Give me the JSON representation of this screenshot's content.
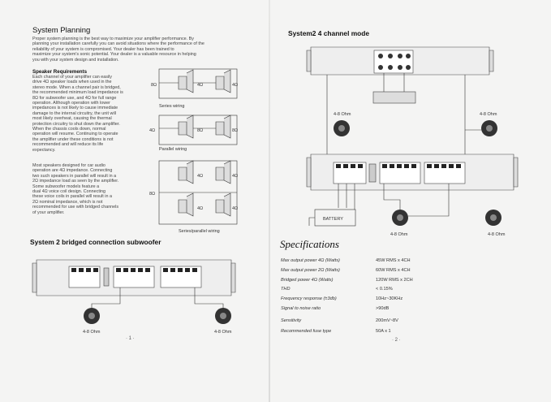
{
  "left": {
    "title": "System Planning",
    "intro": "Proper system planning is the best way to maximize your amplifier performance. By\nplanning your installation carefully you can avoid situations where the performance of the\nreliability of your system is compromised. Your dealer has been trained to\nmaximize your system's sonic potential. Your dealer is a valuable resource in helping\nyou with your system design and installation.",
    "speaker_heading": "Speaker Requirements",
    "speaker_text": "Each channel of your amplifier can easily\ndrive 4Ω speaker loads when used in the\nstereo mode. When a channel pair is bridged,\nthe recommended minimum load impedance is\n8Ω for subwoofer use, and 4Ω for full range\noperation. Although operation with lower\nimpedances is not likely to cause immediate\ndamage to the internal circuitry, the unit will\nmost likely overheat, causing the thermal\nprotection circuitry to shut down the amplifier.\nWhen the chassis cools down, normal\noperation will resume. Continuing to operate\nthe amplifier under these conditions is not\nrecommended and will reduce its life\nexpectancy.",
    "speaker_text2": "Most speakers designed for car audio\noperation are 4Ω impedance. Connecting\ntwo such speakers in parallel will result in a\n2Ω impedance load as seen by the amplifier.\nSome subwoofer models feature a\ndual 4Ω voice coil design. Connecting\nthese voice coils in parallel will result in a\n2Ω nominal impedance, which is not\nrecommended for use with bridged channels\nof your amplifier.",
    "wiring": {
      "series_label": "Series wiring",
      "parallel_label": "Parallel wiring",
      "series_parallel_label": "Series/parallel wiring",
      "ohm8": "8Ω",
      "ohm4": "4Ω"
    },
    "bridged_title": "System 2 bridged connection subwoofer",
    "ohm_range": "4-8 Ohm",
    "page_number": "· 1 ·"
  },
  "right": {
    "title": "System2 4 channel mode",
    "ohm_range": "4-8 Ohm",
    "battery_label": "BATTERY",
    "spec_title": "Specifications",
    "specs": [
      {
        "k": "Max output power 4Ω (Watts)",
        "v": "45W RMS x 4CH"
      },
      {
        "k": "Max output power 2Ω (Watts)",
        "v": "60W RMS x 4CH"
      },
      {
        "k": "Bridged power 4Ω (Watts)",
        "v": "120W RMS x 2CH"
      },
      {
        "k": "THD",
        "v": "< 0.15%"
      },
      {
        "k": "Frequency response (±3db)",
        "v": "10Hz~30KHz"
      },
      {
        "k": "Signal to noise ratio",
        "v": ">90dB"
      },
      {
        "k": "Sensitivity",
        "v": "200mV~8V"
      },
      {
        "k": "Recommended fuse type",
        "v": "50A x 1"
      }
    ],
    "page_number": "· 2 ·"
  }
}
